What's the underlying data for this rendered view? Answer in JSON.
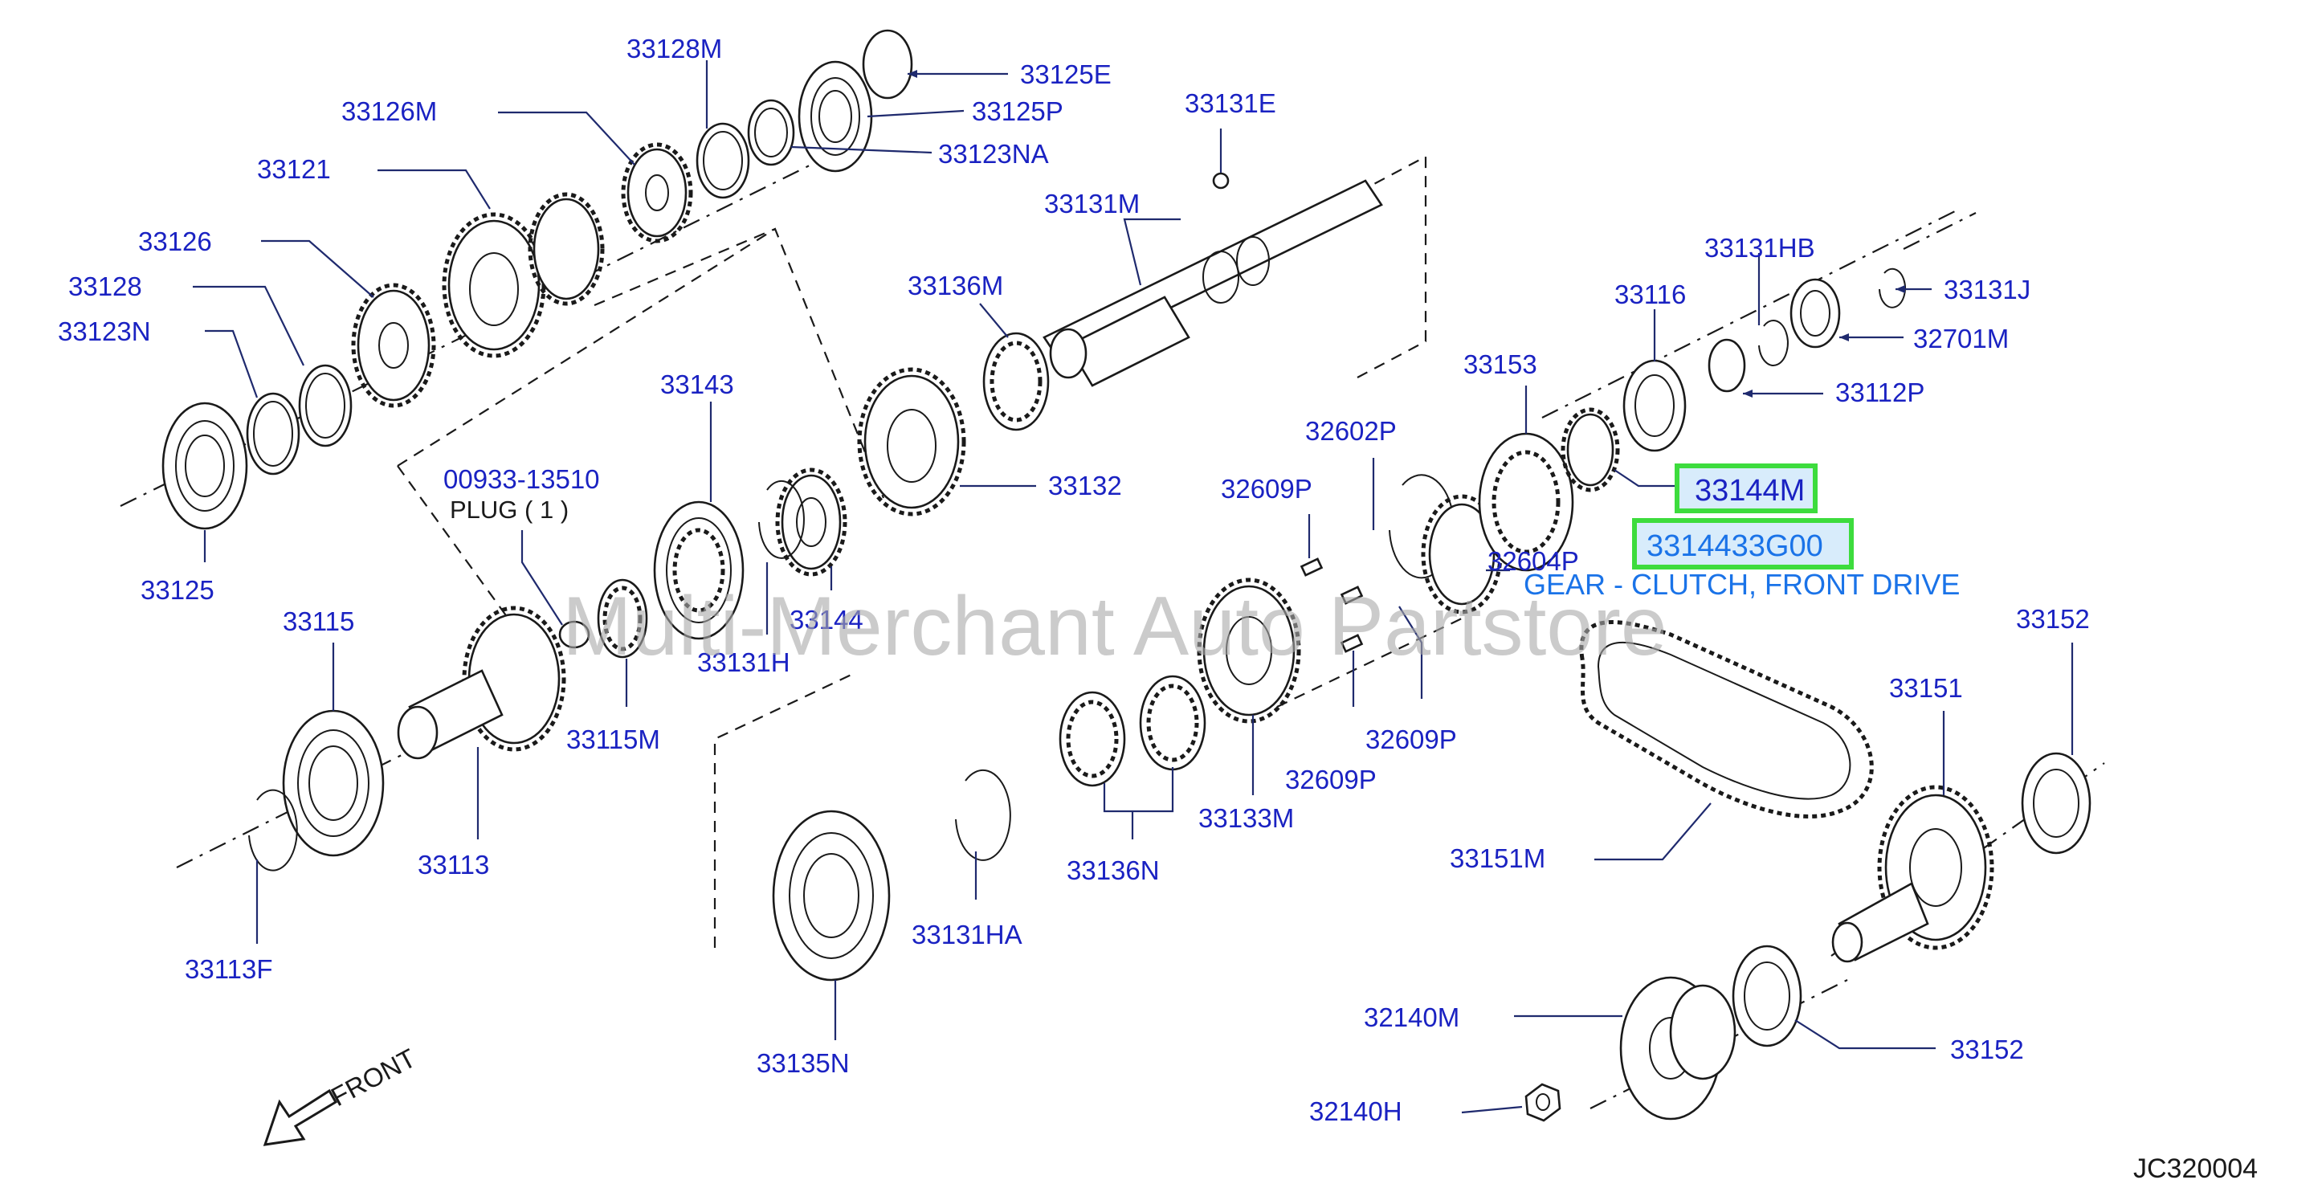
{
  "colors": {
    "label": "#1a22c2",
    "highlight_border": "#3ddc3d",
    "highlight_fill": "#d8ecfb",
    "description": "#1a73e8",
    "watermark": "#a9a9a9",
    "ink": "#1a1a1a"
  },
  "labels": {
    "p33128M": "33128M",
    "p33125E": "33125E",
    "p33125P": "33125P",
    "p33123NA": "33123NA",
    "p33126M": "33126M",
    "p33121": "33121",
    "p33126": "33126",
    "p33128": "33128",
    "p33123N": "33123N",
    "p33125": "33125",
    "p33131E": "33131E",
    "p33131M": "33131M",
    "p33136M": "33136M",
    "p33143": "33143",
    "p00933": "00933-13510",
    "plug": "PLUG  ( 1 )",
    "p33132": "33132",
    "p33144": "33144",
    "p33131H": "33131H",
    "p33115": "33115",
    "p33115M": "33115M",
    "p33113": "33113",
    "p33113F": "33113F",
    "p33135N": "33135N",
    "p33131HA": "33131HA",
    "p33136N": "33136N",
    "p33133M": "33133M",
    "p32609P_a": "32609P",
    "p32602P": "32602P",
    "p32604P": "32604P",
    "p32609P_b": "32609P",
    "p32609P_c": "32609P",
    "p33153": "33153",
    "p33116": "33116",
    "p33131HB": "33131HB",
    "p33131J": "33131J",
    "p32701M": "32701M",
    "p33112P": "33112P",
    "p33152_a": "33152",
    "p33151": "33151",
    "p33151M": "33151M",
    "p32140M": "32140M",
    "p33152_b": "33152",
    "p32140H": "32140H",
    "front": "FRONT"
  },
  "selected": {
    "part_label": "33144M",
    "part_number": "3314433G00",
    "description": "GEAR - CLUTCH, FRONT DRIVE"
  },
  "watermark": "Multi-Merchant Auto Partstore",
  "figure_code": "JC320004"
}
